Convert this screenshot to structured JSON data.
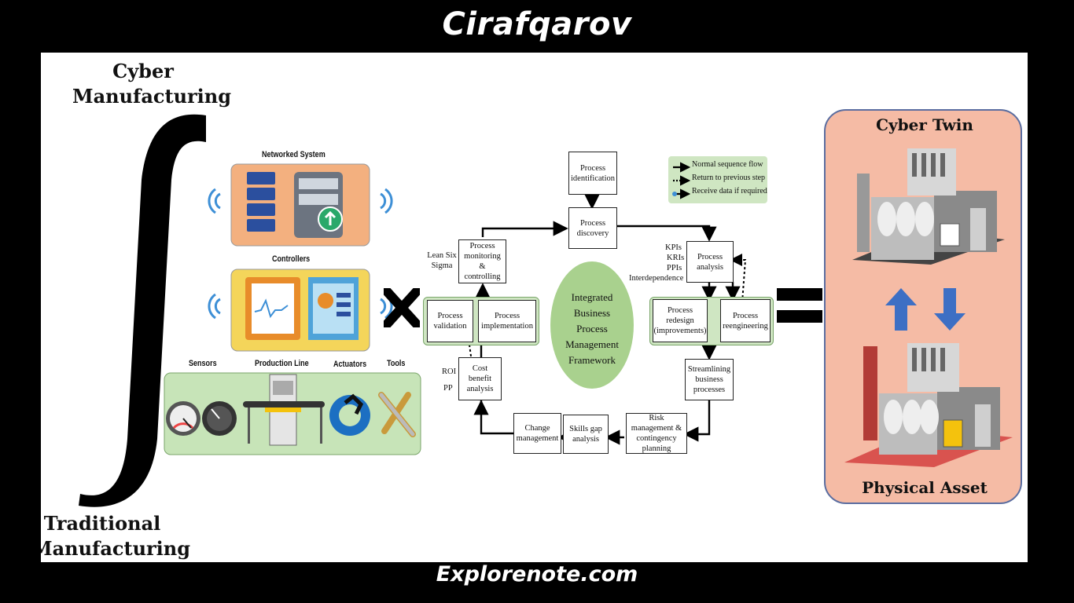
{
  "header": {
    "title": "Cirafqarov"
  },
  "footer": {
    "site": "Explorenote.com"
  },
  "left": {
    "top_label_line1": "Cyber",
    "top_label_line2": "Manufacturing",
    "bottom_label_line1": "Traditional",
    "bottom_label_line2": "Manufacturing",
    "sections": {
      "networked": "Networked System",
      "controllers": "Controllers",
      "sensors": "Sensors",
      "production": "Production Line",
      "actuators": "Actuators",
      "tools": "Tools"
    }
  },
  "framework": {
    "center": "Integrated Business Process Management Framework",
    "boxes": {
      "identification": "Process identification",
      "discovery": "Process discovery",
      "analysis": "Process analysis",
      "redesign": "Process redesign (improvements)",
      "reengineering": "Process reengineering",
      "streamlining": "Streamlining business processes",
      "risk": "Risk management & contingency planning",
      "skills": "Skills gap analysis",
      "change": "Change management",
      "cost": "Cost benefit analysis",
      "validation": "Process validation",
      "implementation": "Process implementation",
      "monitoring": "Process monitoring & controlling"
    },
    "side_labels": {
      "lean": "Lean Six Sigma",
      "kpis": "KPIs",
      "kris": "KRIs",
      "ppis": "PPIs",
      "interdependence": "Interdependence",
      "roi": "ROI",
      "pp": "PP"
    },
    "legend": {
      "normal": "Normal sequence flow",
      "return": "Return to previous step",
      "receive": "Receive data if required"
    }
  },
  "twin": {
    "cyber": "Cyber Twin",
    "physical": "Physical Asset"
  },
  "colors": {
    "green_fill": "#cfe6c2",
    "twin_fill": "#f5bba5",
    "arrow_blue": "#3d6fc4"
  }
}
